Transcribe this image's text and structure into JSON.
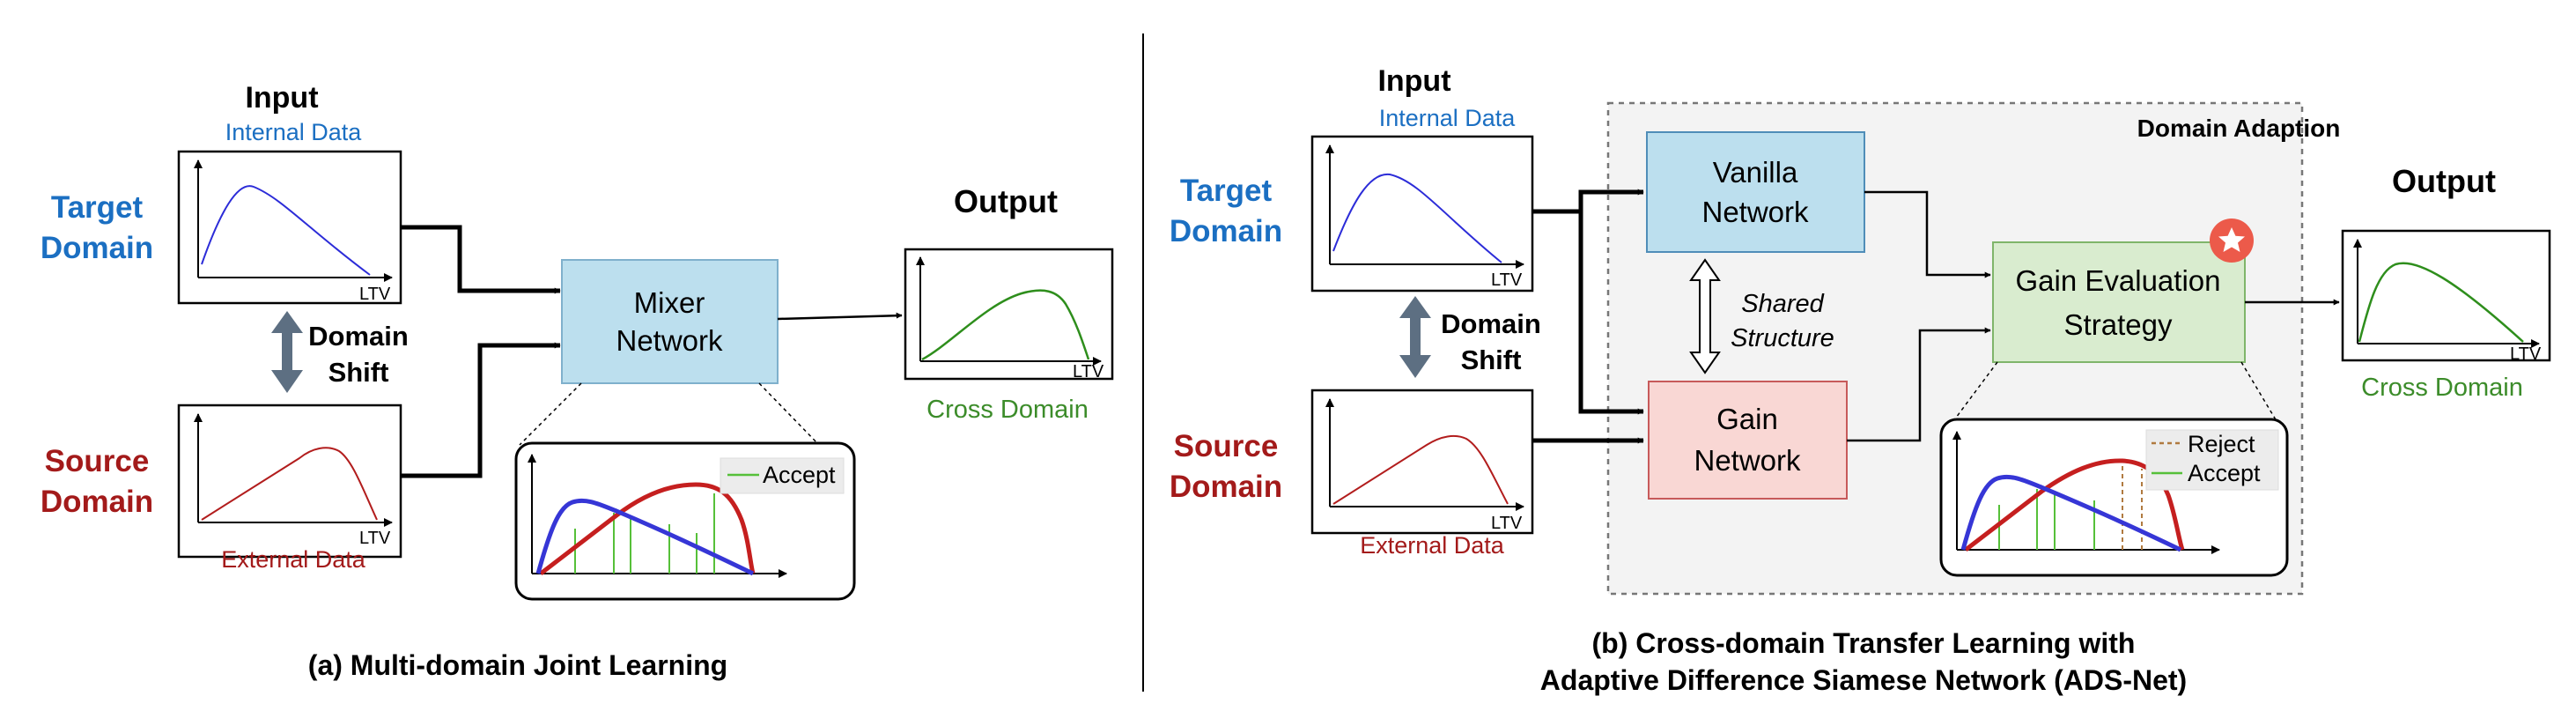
{
  "panel_a": {
    "input_title": "Input",
    "internal_data": "Internal Data",
    "target_domain_1": "Target",
    "target_domain_2": "Domain",
    "domain_shift_1": "Domain",
    "domain_shift_2": "Shift",
    "source_domain_1": "Source",
    "source_domain_2": "Domain",
    "external_data": "External Data",
    "ltv": "LTV",
    "mixer_1": "Mixer",
    "mixer_2": "Network",
    "output_title": "Output",
    "cross_domain": "Cross Domain",
    "accept": "Accept",
    "caption": "(a) Multi-domain Joint Learning"
  },
  "panel_b": {
    "input_title": "Input",
    "internal_data": "Internal Data",
    "target_domain_1": "Target",
    "target_domain_2": "Domain",
    "domain_shift_1": "Domain",
    "domain_shift_2": "Shift",
    "source_domain_1": "Source",
    "source_domain_2": "Domain",
    "external_data": "External Data",
    "ltv": "LTV",
    "domain_adaption": "Domain Adaption",
    "vanilla_1": "Vanilla",
    "vanilla_2": "Network",
    "shared_1": "Shared",
    "shared_2": "Structure",
    "gain_1": "Gain",
    "gain_2": "Network",
    "ges_1": "Gain Evaluation",
    "ges_2": "Strategy",
    "output_title": "Output",
    "cross_domain": "Cross Domain",
    "reject": "Reject",
    "accept": "Accept",
    "caption_1": "(b) Cross-domain Transfer Learning with",
    "caption_2": "Adaptive Difference Siamese Network (ADS-Net)"
  },
  "colors": {
    "target_blue": "#1b6fc2",
    "source_red": "#a31a1a",
    "cross_green": "#3c8c2a",
    "mixer_fill": "#bcdfee",
    "gain_fill": "#f9d7d4",
    "ges_fill": "#d9eccf",
    "region_fill": "#f3f3f3",
    "arrow_gray": "#5d6f82"
  },
  "icons": {
    "star_badge": "star-badge-icon",
    "shift_arrow": "double-arrow-icon"
  }
}
